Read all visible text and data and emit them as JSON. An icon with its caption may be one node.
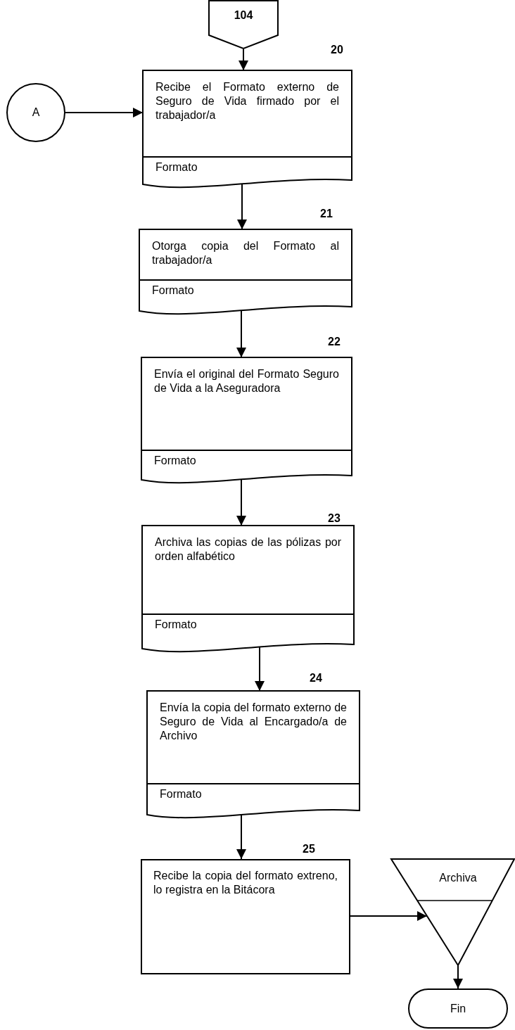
{
  "diagram": {
    "nodes": [
      {
        "text": [
          "104"
        ]
      },
      {
        "text": [
          "A"
        ]
      },
      {
        "text": [
          "Recibe el Formato externo de Seguro de Vida firmado por el trabajador/a",
          "Formato"
        ],
        "beside": [
          "20"
        ]
      },
      {
        "text": [
          "Otorga copia del Formato al trabajador/a",
          "Formato"
        ],
        "beside": [
          "21"
        ]
      },
      {
        "text": [
          "Envía el original del Formato Seguro de Vida a la Aseguradora",
          "Formato"
        ],
        "beside": [
          "22"
        ]
      },
      {
        "text": [
          "Archiva las copias de las pólizas por orden alfabético",
          "Formato"
        ],
        "beside": [
          "23"
        ]
      },
      {
        "text": [
          "Envía la copia del formato externo de Seguro de Vida al Encargado/a de Archivo",
          "Formato"
        ],
        "beside": [
          "24"
        ]
      },
      {
        "text": [
          "Recibe la copia del formato extreno, lo registra en la Bitácora"
        ],
        "beside": [
          "25"
        ]
      },
      {
        "text": [
          "Archiva"
        ]
      },
      {
        "text": [
          "Fin"
        ]
      }
    ],
    "edges": [
      {
        "from": 0,
        "to": 2,
        "arrow": "to"
      },
      {
        "from": 1,
        "to": 2,
        "arrow": "to"
      },
      {
        "from": 2,
        "to": 3,
        "arrow": "to"
      },
      {
        "from": 3,
        "to": 4,
        "arrow": "to"
      },
      {
        "from": 4,
        "to": 5,
        "arrow": "to"
      },
      {
        "from": 5,
        "to": 6,
        "arrow": "to"
      },
      {
        "from": 6,
        "to": 7,
        "arrow": "to"
      },
      {
        "from": 7,
        "to": 8,
        "arrow": "to"
      },
      {
        "from": 8,
        "to": 9,
        "arrow": "to"
      }
    ]
  }
}
